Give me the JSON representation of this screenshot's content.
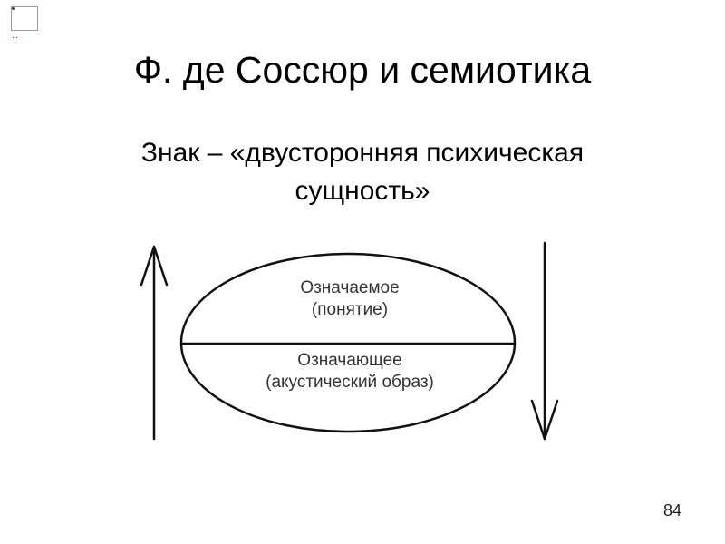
{
  "slide": {
    "title": "Ф. де Соссюр и семиотика",
    "subtitle_line1": "Знак – «двусторонняя психическая",
    "subtitle_line2": "сущность»",
    "page_number": "84"
  },
  "diagram": {
    "signified_line1": "Означаемое",
    "signified_line2": "(понятие)",
    "signifier_line1": "Означающее",
    "signifier_line2": "(акустический образ)",
    "colors": {
      "stroke": "#111111",
      "label": "#333333"
    }
  },
  "corner": {
    "marks": "··"
  }
}
